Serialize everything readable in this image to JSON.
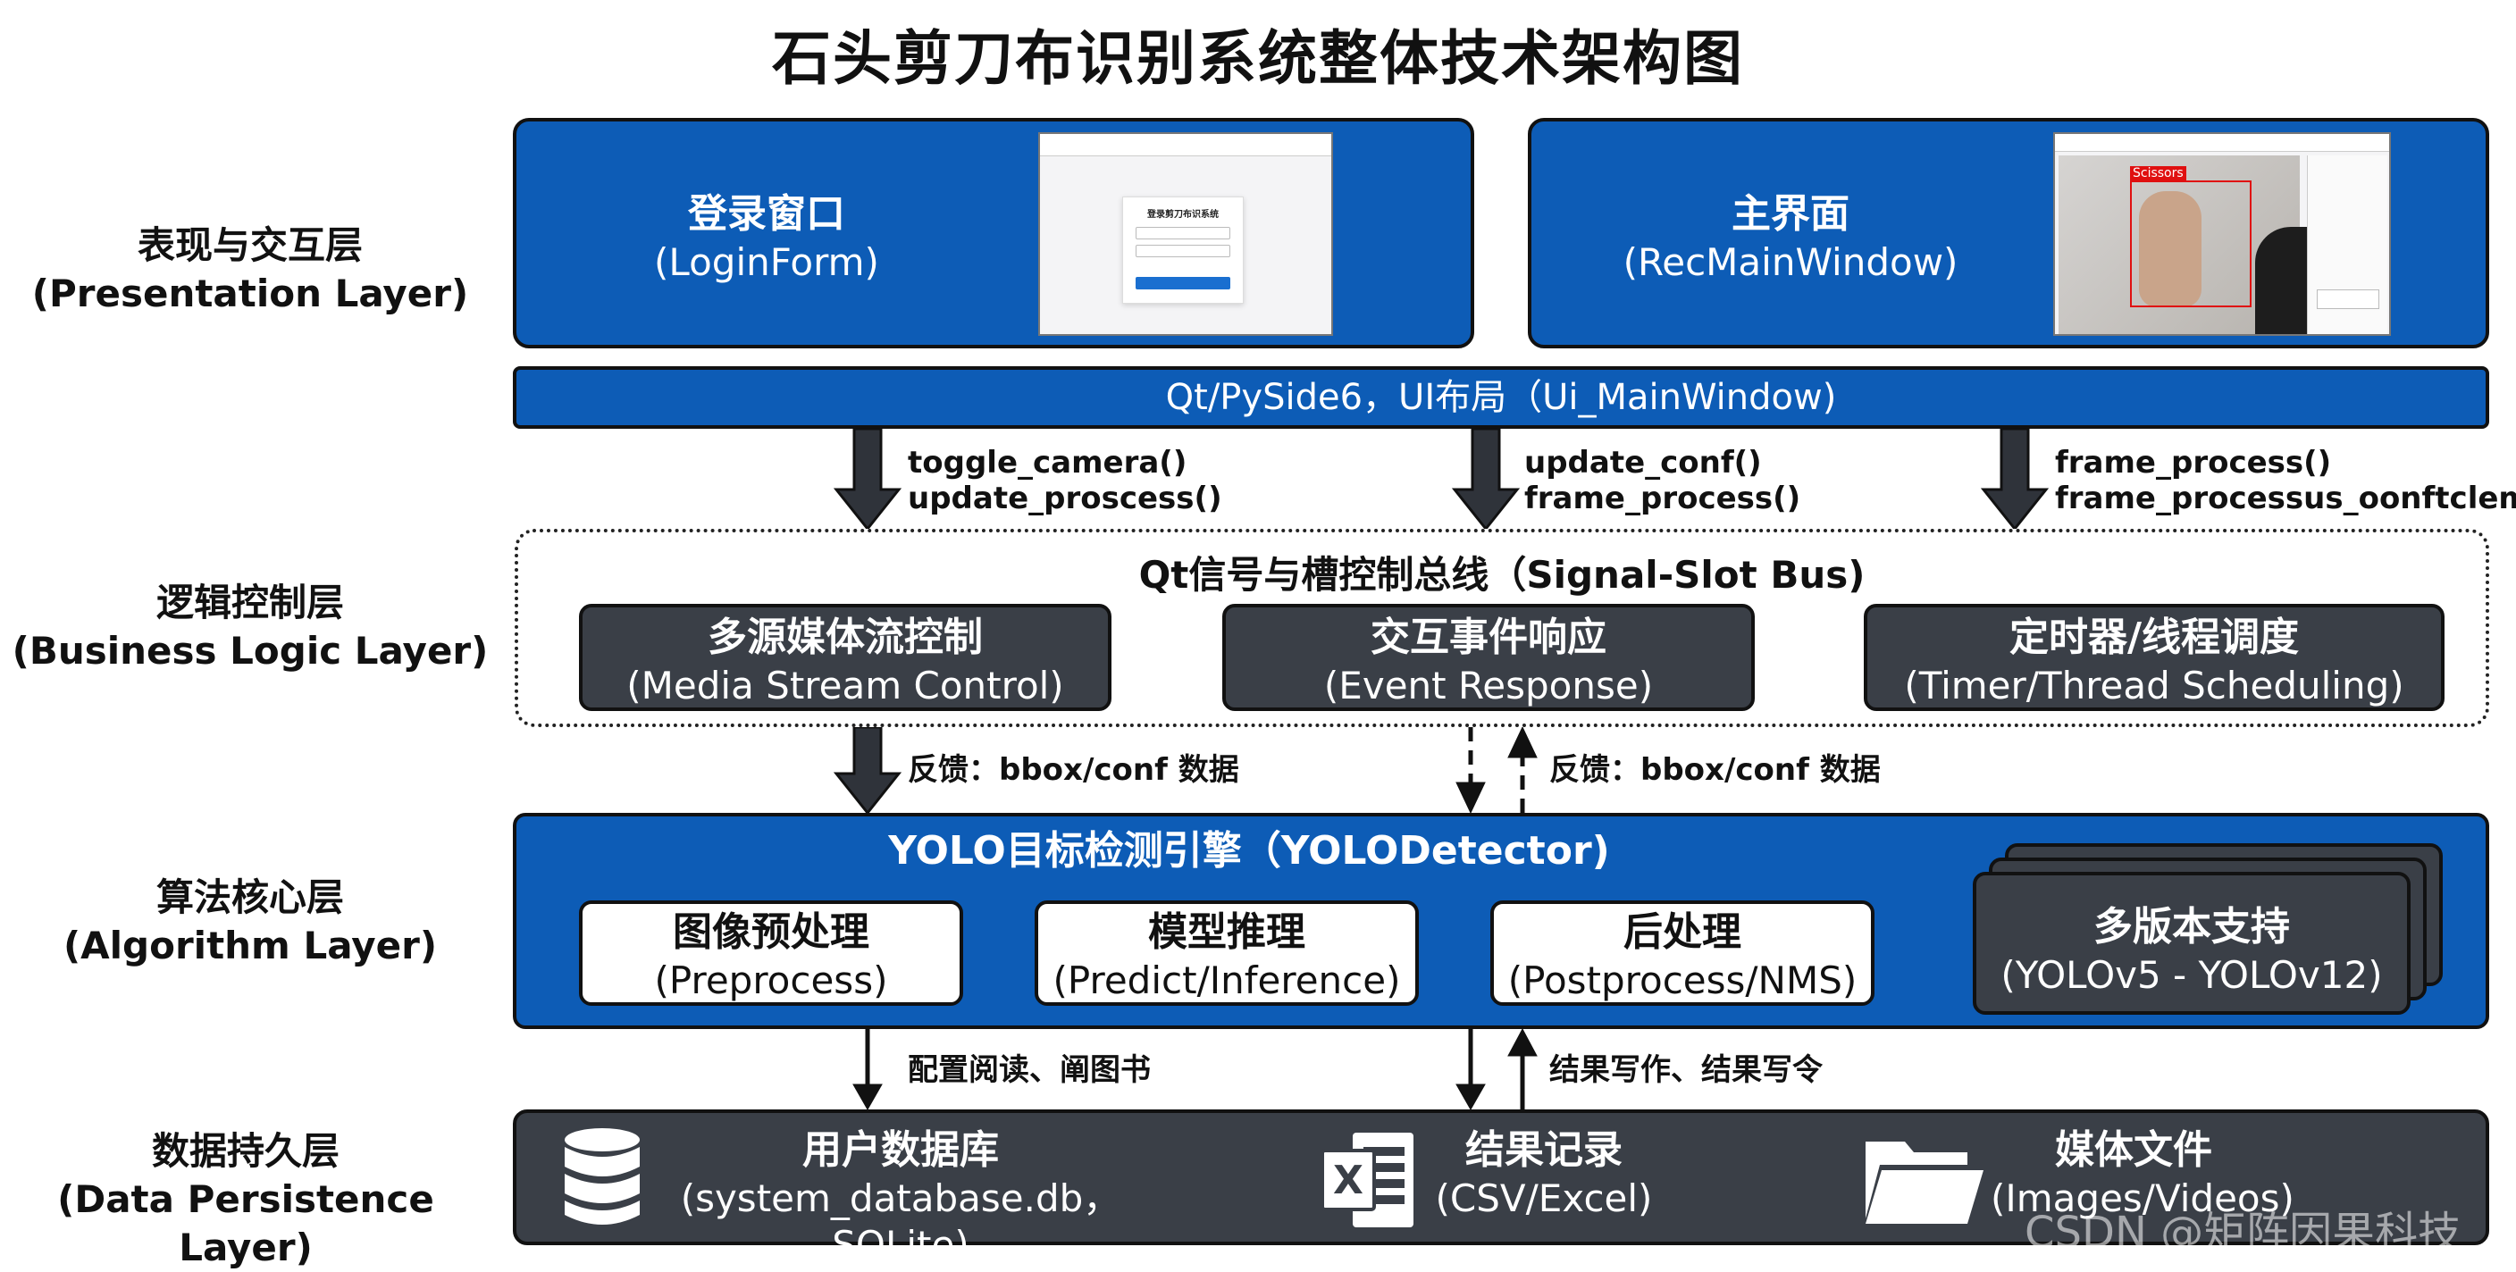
{
  "title": "石头剪刀布识别系统整体技术架构图",
  "layers": {
    "presentation": {
      "cn": "表现与交互层",
      "en": "(Presentation Layer)"
    },
    "logic": {
      "cn": "逻辑控制层",
      "en": "(Business Logic Layer)"
    },
    "algorithm": {
      "cn": "算法核心层",
      "en": "(Algorithm Layer)"
    },
    "data": {
      "cn": "数据持久层",
      "en": "(Data Persistence Layer)"
    }
  },
  "presentation": {
    "login": {
      "cn": "登录窗口",
      "en": "(LoginForm)",
      "thumb_title": "登录剪刀布识系统"
    },
    "main": {
      "cn": "主界面",
      "en": "(RecMainWindow)",
      "thumb_label": "Scissors"
    },
    "ui_bar": "Qt/PySide6，UI布局（Ui_MainWindow)"
  },
  "arrows_top": {
    "left": [
      "toggle_camera()",
      "update_proscess()"
    ],
    "mid": [
      "update_conf()",
      "frame_process()"
    ],
    "right": [
      "frame_process()",
      "frame_processus_oonftclemo()"
    ]
  },
  "logic": {
    "bus": "Qt信号与槽控制总线（Signal-Slot Bus)",
    "boxes": [
      {
        "cn": "多源媒体流控制",
        "en": "(Media Stream Control)"
      },
      {
        "cn": "交互事件响应",
        "en": "(Event Response)"
      },
      {
        "cn": "定时器/线程调度",
        "en": "(Timer/Thread Scheduling)"
      }
    ]
  },
  "arrows_mid": {
    "left": "反馈：bbox/conf 数据",
    "right": "反馈：bbox/conf 数据"
  },
  "algorithm": {
    "engine": "YOLO目标检测引擎（YOLODetector)",
    "steps": [
      {
        "cn": "图像预处理",
        "en": "(Preprocess)"
      },
      {
        "cn": "模型推理",
        "en": "(Predict/Inference)"
      },
      {
        "cn": "后处理",
        "en": "(Postprocess/NMS)"
      }
    ],
    "versions": {
      "cn": "多版本支持",
      "en": "(YOLOv5 - YOLOv12)"
    }
  },
  "arrows_bottom": {
    "left": "配置阅读、阐图书",
    "right": "结果写作、结果写令"
  },
  "data": {
    "items": [
      {
        "cn": "用户数据库",
        "en": "(system_database.db，SQLite)"
      },
      {
        "cn": "结果记录",
        "en": "(CSV/Excel)"
      },
      {
        "cn": "媒体文件",
        "en": "(Images/Videos)"
      }
    ]
  },
  "watermark": "CSDN @矩阵因果科技",
  "colors": {
    "blue": "#0d5cb6",
    "dark": "#3a3f47"
  }
}
